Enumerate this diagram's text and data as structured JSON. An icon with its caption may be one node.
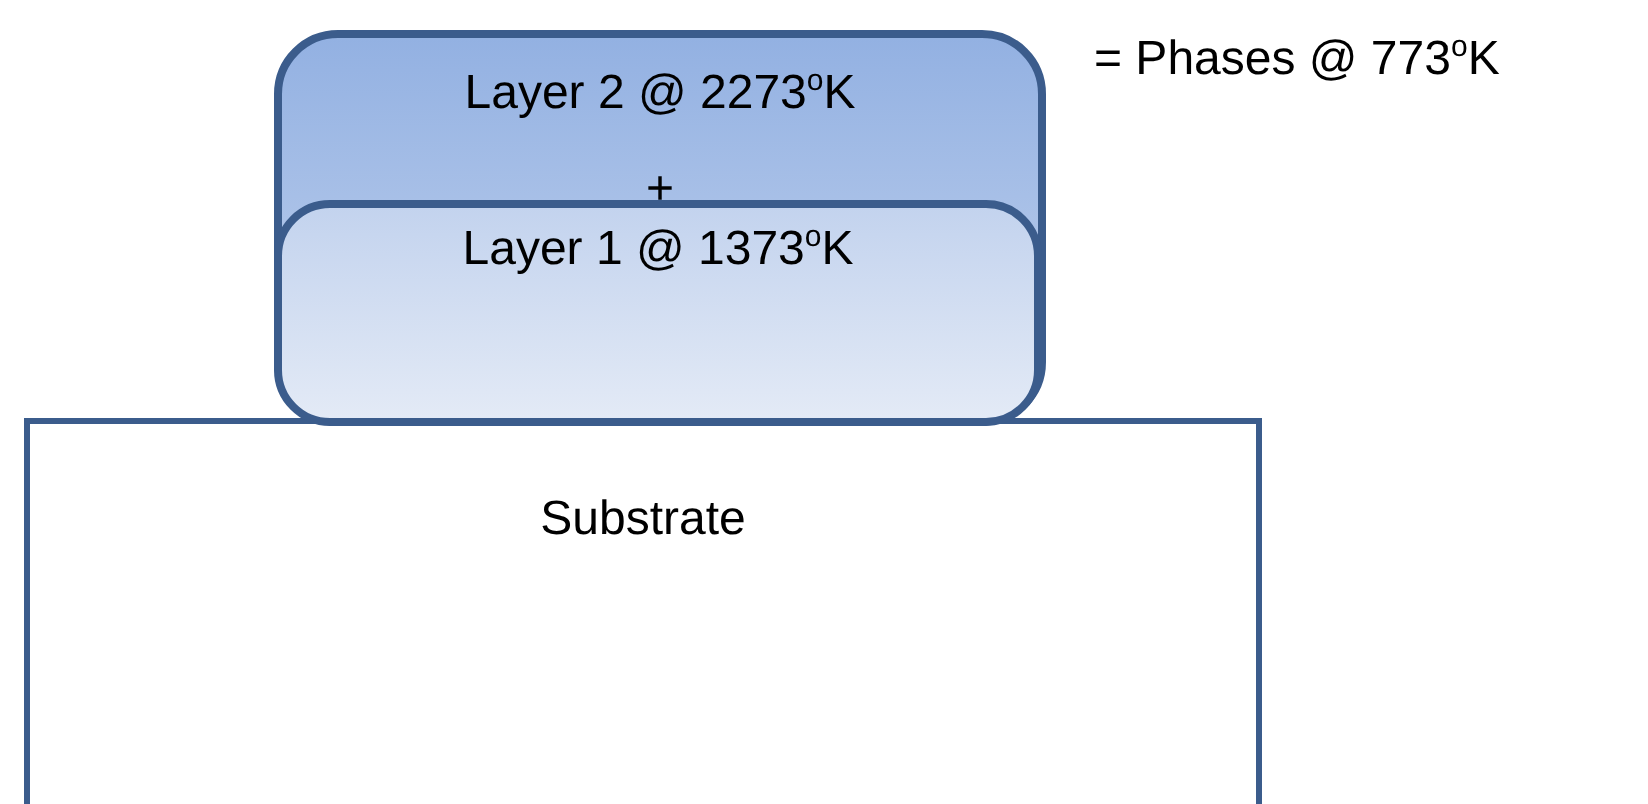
{
  "diagram": {
    "nodes": [
      {
        "text": [
          "Layer 2 @ 2273$^{o}$K",
          "+"
        ]
      },
      {
        "text": [
          "Layer 1 @ 1373$^{o}$K"
        ],
        "in": 0
      },
      {
        "text": [
          "Substrate"
        ]
      }
    ],
    "labels": [
      "= Phases @ 773$^{o}$K"
    ]
  }
}
